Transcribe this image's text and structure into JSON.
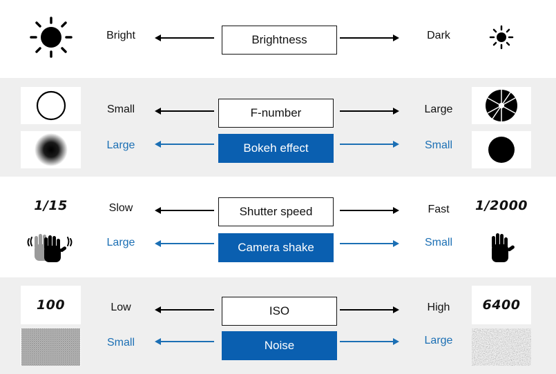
{
  "rows": {
    "brightness": {
      "left": "Bright",
      "center": "Brightness",
      "right": "Dark"
    },
    "fnumber": {
      "left": "Small",
      "center": "F-number",
      "right": "Large"
    },
    "bokeh": {
      "left": "Large",
      "center": "Bokeh effect",
      "right": "Small"
    },
    "shutter": {
      "left": "Slow",
      "center": "Shutter speed",
      "right": "Fast",
      "left_value": "1/15",
      "right_value": "1/2000"
    },
    "shake": {
      "left": "Large",
      "center": "Camera shake",
      "right": "Small"
    },
    "iso": {
      "left": "Low",
      "center": "ISO",
      "right": "High",
      "left_value": "100",
      "right_value": "6400"
    },
    "noise": {
      "left": "Small",
      "center": "Noise",
      "right": "Large"
    }
  },
  "colors": {
    "primary_text": "#111111",
    "accent_blue": "#0a5fb0",
    "band_gray": "#efefef"
  }
}
